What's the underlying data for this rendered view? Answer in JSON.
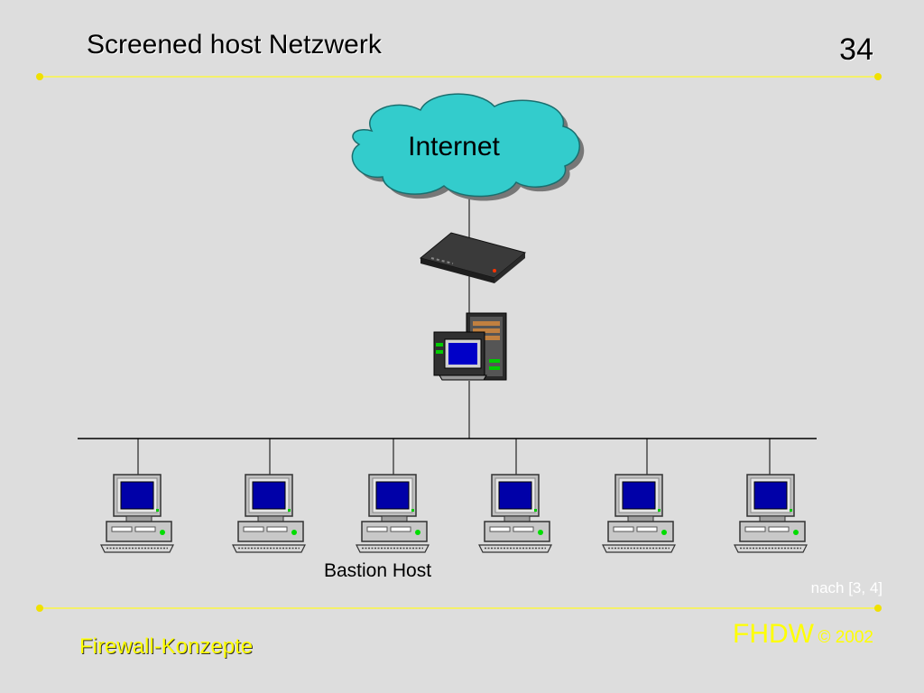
{
  "slide": {
    "title": "Screened host Netzwerk",
    "page_number": "34"
  },
  "diagram": {
    "cloud_label": "Internet",
    "bastion_label": "Bastion Host",
    "source_note": "nach [3, 4]",
    "icons": [
      "cloud-icon",
      "router-icon",
      "server-icon",
      "workstation-icon"
    ],
    "workstation_count": 6
  },
  "footer": {
    "topic": "Firewall-Konzepte",
    "brand": "FHDW",
    "copyright": "© 2002"
  },
  "colors": {
    "background": "#dddddd",
    "rule": "#f4f06a",
    "footer_text": "#ffff00",
    "cloud": "#33cccc",
    "screen": "#0000a8"
  }
}
